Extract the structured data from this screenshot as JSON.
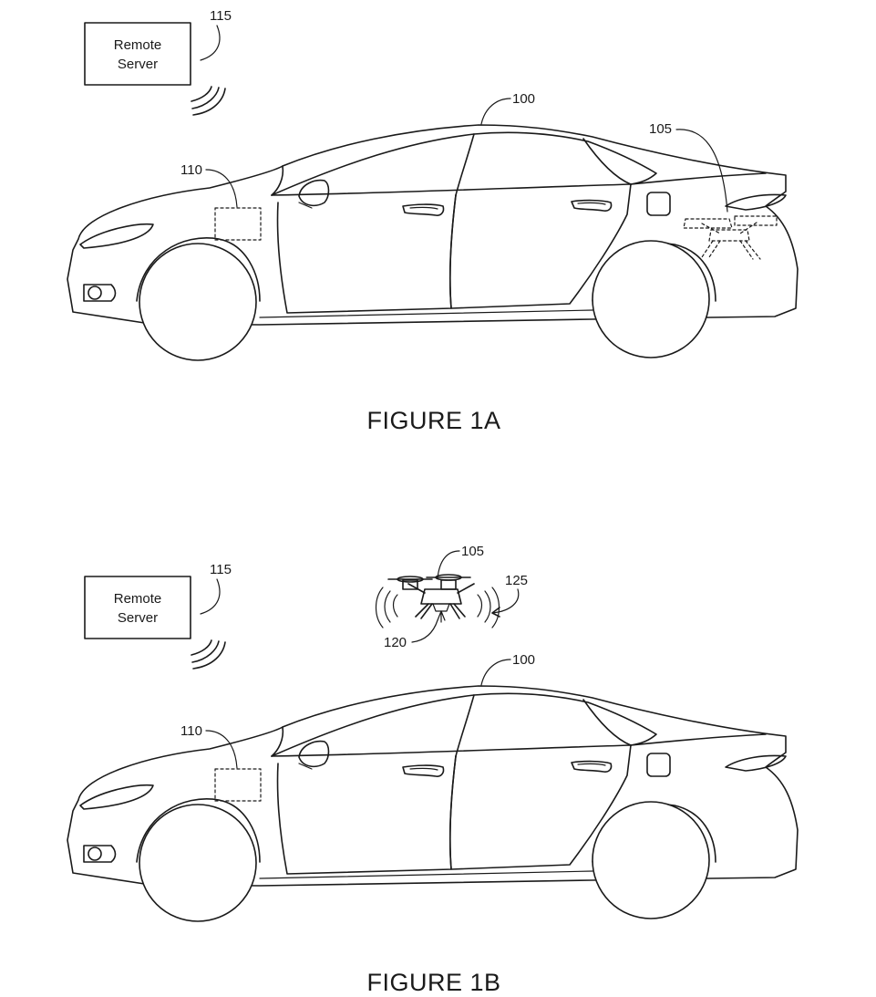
{
  "figures": [
    {
      "caption": "FIGURE 1A",
      "server_label_line1": "Remote",
      "server_label_line2": "Server",
      "ref_server": "115",
      "ref_vehicle": "100",
      "ref_controller": "110",
      "ref_drone": "105"
    },
    {
      "caption": "FIGURE 1B",
      "server_label_line1": "Remote",
      "server_label_line2": "Server",
      "ref_server": "115",
      "ref_vehicle": "100",
      "ref_controller": "110",
      "ref_drone": "105",
      "ref_sensor": "120",
      "ref_signal": "125"
    }
  ],
  "icons": {
    "wireless": "wireless-signal-icon",
    "drone": "drone-icon",
    "vehicle": "car-icon"
  }
}
